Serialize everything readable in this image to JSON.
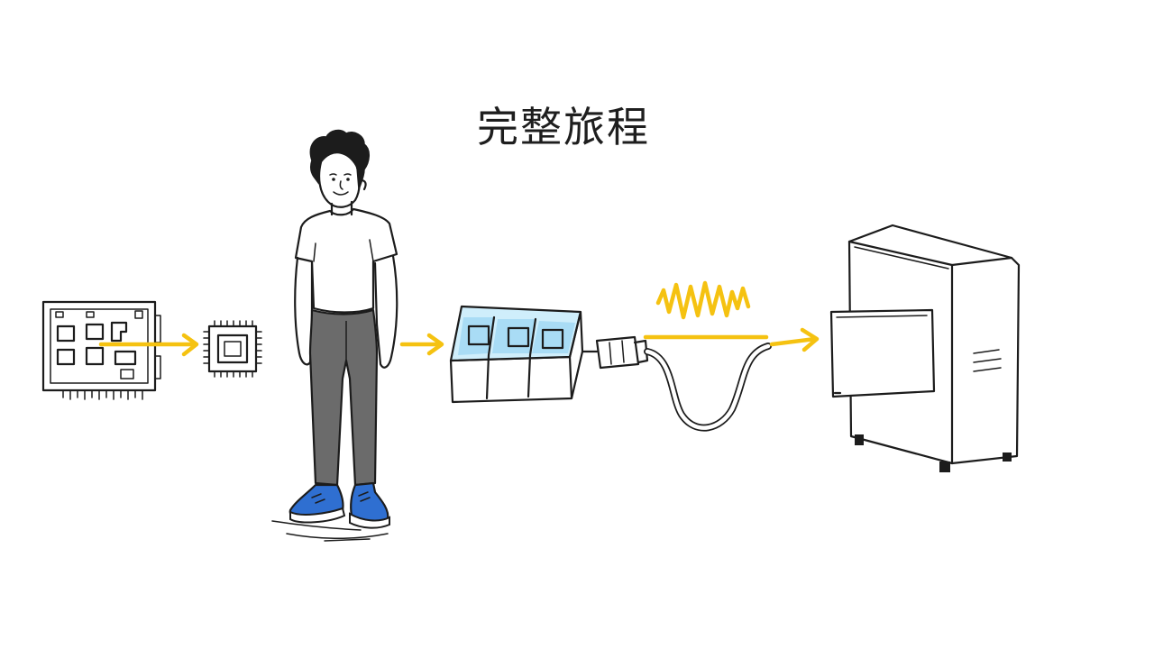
{
  "title": "完整旅程",
  "colors": {
    "ink": "#1c1c1c",
    "arrow": "#f5c211",
    "pants": "#6b6b6b",
    "shoes": "#2f6fd1",
    "screen_glow": "#a9dcf5"
  },
  "elements": [
    {
      "name": "circuit-board",
      "icon": "circuit-board-icon"
    },
    {
      "name": "cpu-chip",
      "icon": "cpu-chip-icon"
    },
    {
      "name": "person",
      "icon": "person-illustration"
    },
    {
      "name": "storage-tray",
      "icon": "tray-icon"
    },
    {
      "name": "usb-cable",
      "icon": "usb-cable-icon"
    },
    {
      "name": "signal-wave",
      "icon": "signal-wave-icon"
    },
    {
      "name": "server-cabinet",
      "icon": "server-icon"
    }
  ]
}
